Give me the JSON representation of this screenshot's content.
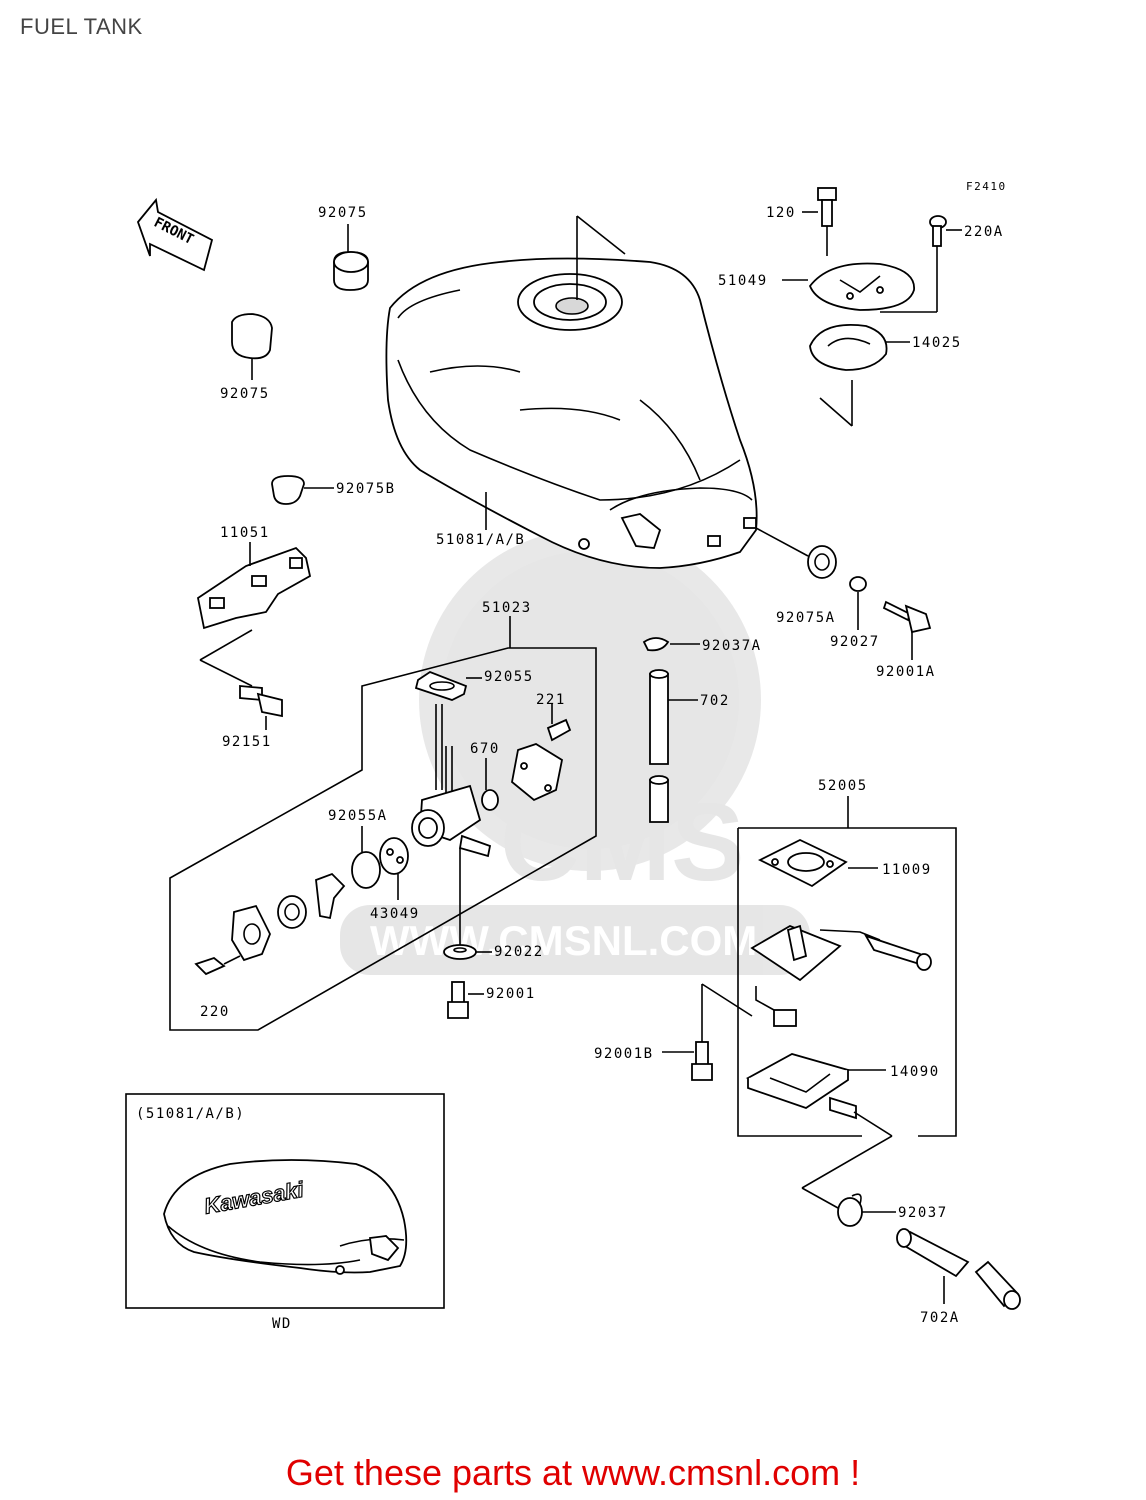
{
  "page": {
    "title": "FUEL TANK",
    "figure_code": "F2410",
    "footer_text": "Get these parts at www.cmsnl.com !",
    "watermark_text": "WWW.CMSNL.COM",
    "watermark_logo": "CMS"
  },
  "direction_arrow": {
    "label": "FRONT"
  },
  "parts": {
    "p92075_top": "92075",
    "p92075_left": "92075",
    "p92075B": "92075B",
    "p11051": "11051",
    "p51081": "51081/A/B",
    "p51023": "51023",
    "p92055": "92055",
    "p221": "221",
    "p670": "670",
    "p92055A": "92055A",
    "p43049": "43049",
    "p220": "220",
    "p92022": "92022",
    "p92001": "92001",
    "p92151": "92151",
    "p120": "120",
    "p220A": "220A",
    "p51049": "51049",
    "p14025": "14025",
    "p92075A": "92075A",
    "p92027": "92027",
    "p92001A": "92001A",
    "p92037A": "92037A",
    "p702": "702",
    "p52005": "52005",
    "p11009": "11009",
    "p92001B": "92001B",
    "p14090": "14090",
    "p92037": "92037",
    "p702A": "702A"
  },
  "inset": {
    "title": "(51081/A/B)",
    "caption": "WD",
    "tank_logo": "Kawasaki"
  }
}
